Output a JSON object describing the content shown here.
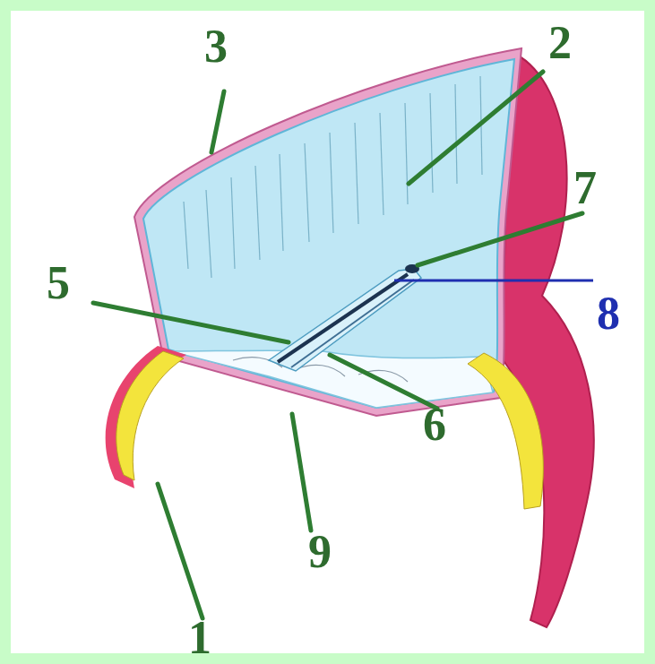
{
  "diagram": {
    "labels": [
      "3",
      "2",
      "7",
      "5",
      "8",
      "6",
      "9",
      "1"
    ]
  }
}
